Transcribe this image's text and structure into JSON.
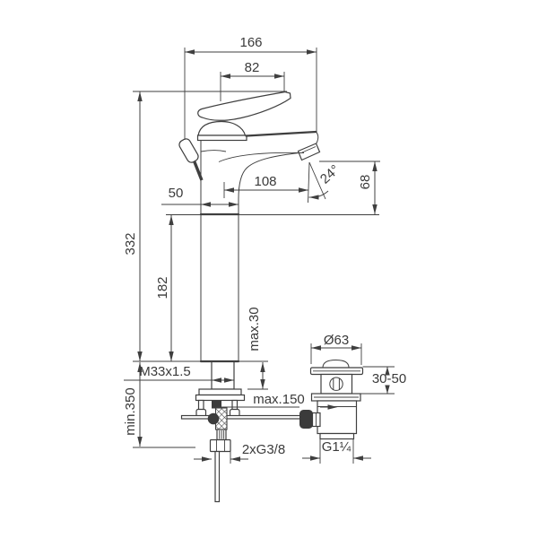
{
  "drawing": {
    "type": "faucet-technical-dimension-drawing",
    "dimensions": {
      "overall_width": "166",
      "handle_width": "82",
      "spout_reach": "108",
      "spray_angle": "24°",
      "outlet_height": "68",
      "body_depth": "50",
      "total_height": "332",
      "column_height": "182",
      "max_deck_thickness": "max.30",
      "shank_thread": "M33x1.5",
      "min_clearance_below": "min.350",
      "max_rod_reach": "max.150",
      "supply_connections": "2xG3/8",
      "waste_flange_diameter": "Ø63",
      "waste_clamping_range": "30-50",
      "waste_outlet_thread": "G1¼"
    },
    "line_color": "#3f3f3f",
    "background_color": "#ffffff"
  }
}
